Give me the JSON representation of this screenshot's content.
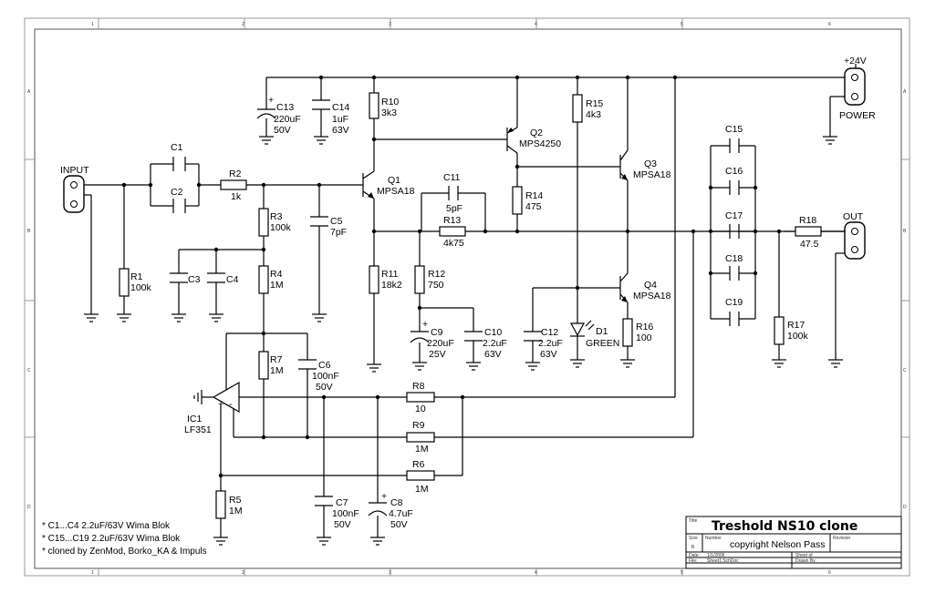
{
  "title_block": {
    "title_heading": "Title",
    "title": "Treshold NS10 clone",
    "size_heading": "Size",
    "size_value": "B",
    "number_heading": "Number",
    "number_value": "copyright Nelson Pass",
    "revision_heading": "Revision",
    "date_heading": "Date:",
    "date_value": "1/1/2006",
    "sheet_heading": "Sheet of",
    "file_heading": "File:",
    "file_value": "Sheet1.SchDoc",
    "drawn_heading": "Drawn By:"
  },
  "connectors": {
    "input": "INPUT",
    "output": "OUT",
    "power": "POWER",
    "supply": "+24V"
  },
  "components": {
    "C1": "C1",
    "C2": "C2",
    "C3": "C3",
    "C4": "C4",
    "R1": "R1",
    "R1v": "100k",
    "R2": "R2",
    "R2v": "1k",
    "R3": "R3",
    "R3v": "100k",
    "R4": "R4",
    "R4v": "1M",
    "C5": "C5",
    "C5v": "7pF",
    "C13": "C13",
    "C13v": "220uF",
    "C13v2": "50V",
    "C14": "C14",
    "C14v": "1uF",
    "C14v2": "63V",
    "R10": "R10",
    "R10v": "3k3",
    "Q1": "Q1",
    "Q1v": "MPSA18",
    "Q2": "Q2",
    "Q2v": "MPS4250",
    "Q3": "Q3",
    "Q3v": "MPSA18",
    "Q4": "Q4",
    "Q4v": "MPSA18",
    "R15": "R15",
    "R15v": "4k3",
    "C11": "C11",
    "C11v": "5pF",
    "R13": "R13",
    "R13v": "4k75",
    "R14": "R14",
    "R14v": "475",
    "R11": "R11",
    "R11v": "18k2",
    "R12": "R12",
    "R12v": "750",
    "C9": "C9",
    "C9v": "220uF",
    "C9v2": "25V",
    "C10": "C10",
    "C10v": "2.2uF",
    "C10v2": "63V",
    "C12": "C12",
    "C12v": "2.2uF",
    "C12v2": "63V",
    "D1": "D1",
    "D1v": "GREEN",
    "R16": "R16",
    "R16v": "100",
    "C15": "C15",
    "C16": "C16",
    "C17": "C17",
    "C18": "C18",
    "C19": "C19",
    "R18": "R18",
    "R18v": "47.5",
    "R17": "R17",
    "R17v": "100k",
    "R7": "R7",
    "R7v": "1M",
    "C6": "C6",
    "C6v": "100nF",
    "C6v2": "50V",
    "IC1": "IC1",
    "IC1v": "LF351",
    "R8": "R8",
    "R8v": "10",
    "R9": "R9",
    "R9v": "1M",
    "R6": "R6",
    "R6v": "1M",
    "R5": "R5",
    "R5v": "1M",
    "C7": "C7",
    "C7v": "100nF",
    "C7v2": "50V",
    "C8": "C8",
    "C8v": "4.7uF",
    "C8v2": "50V"
  },
  "notes": [
    "* C1...C4  2.2uF/63V Wima Blok",
    "* C15...C19  2.2uF/63V Wima Blok",
    "* cloned by ZenMod, Borko_KA & Impuls"
  ],
  "border_columns": [
    "1",
    "2",
    "3",
    "4",
    "5",
    "6"
  ],
  "border_rows": [
    "A",
    "B",
    "C",
    "D"
  ]
}
